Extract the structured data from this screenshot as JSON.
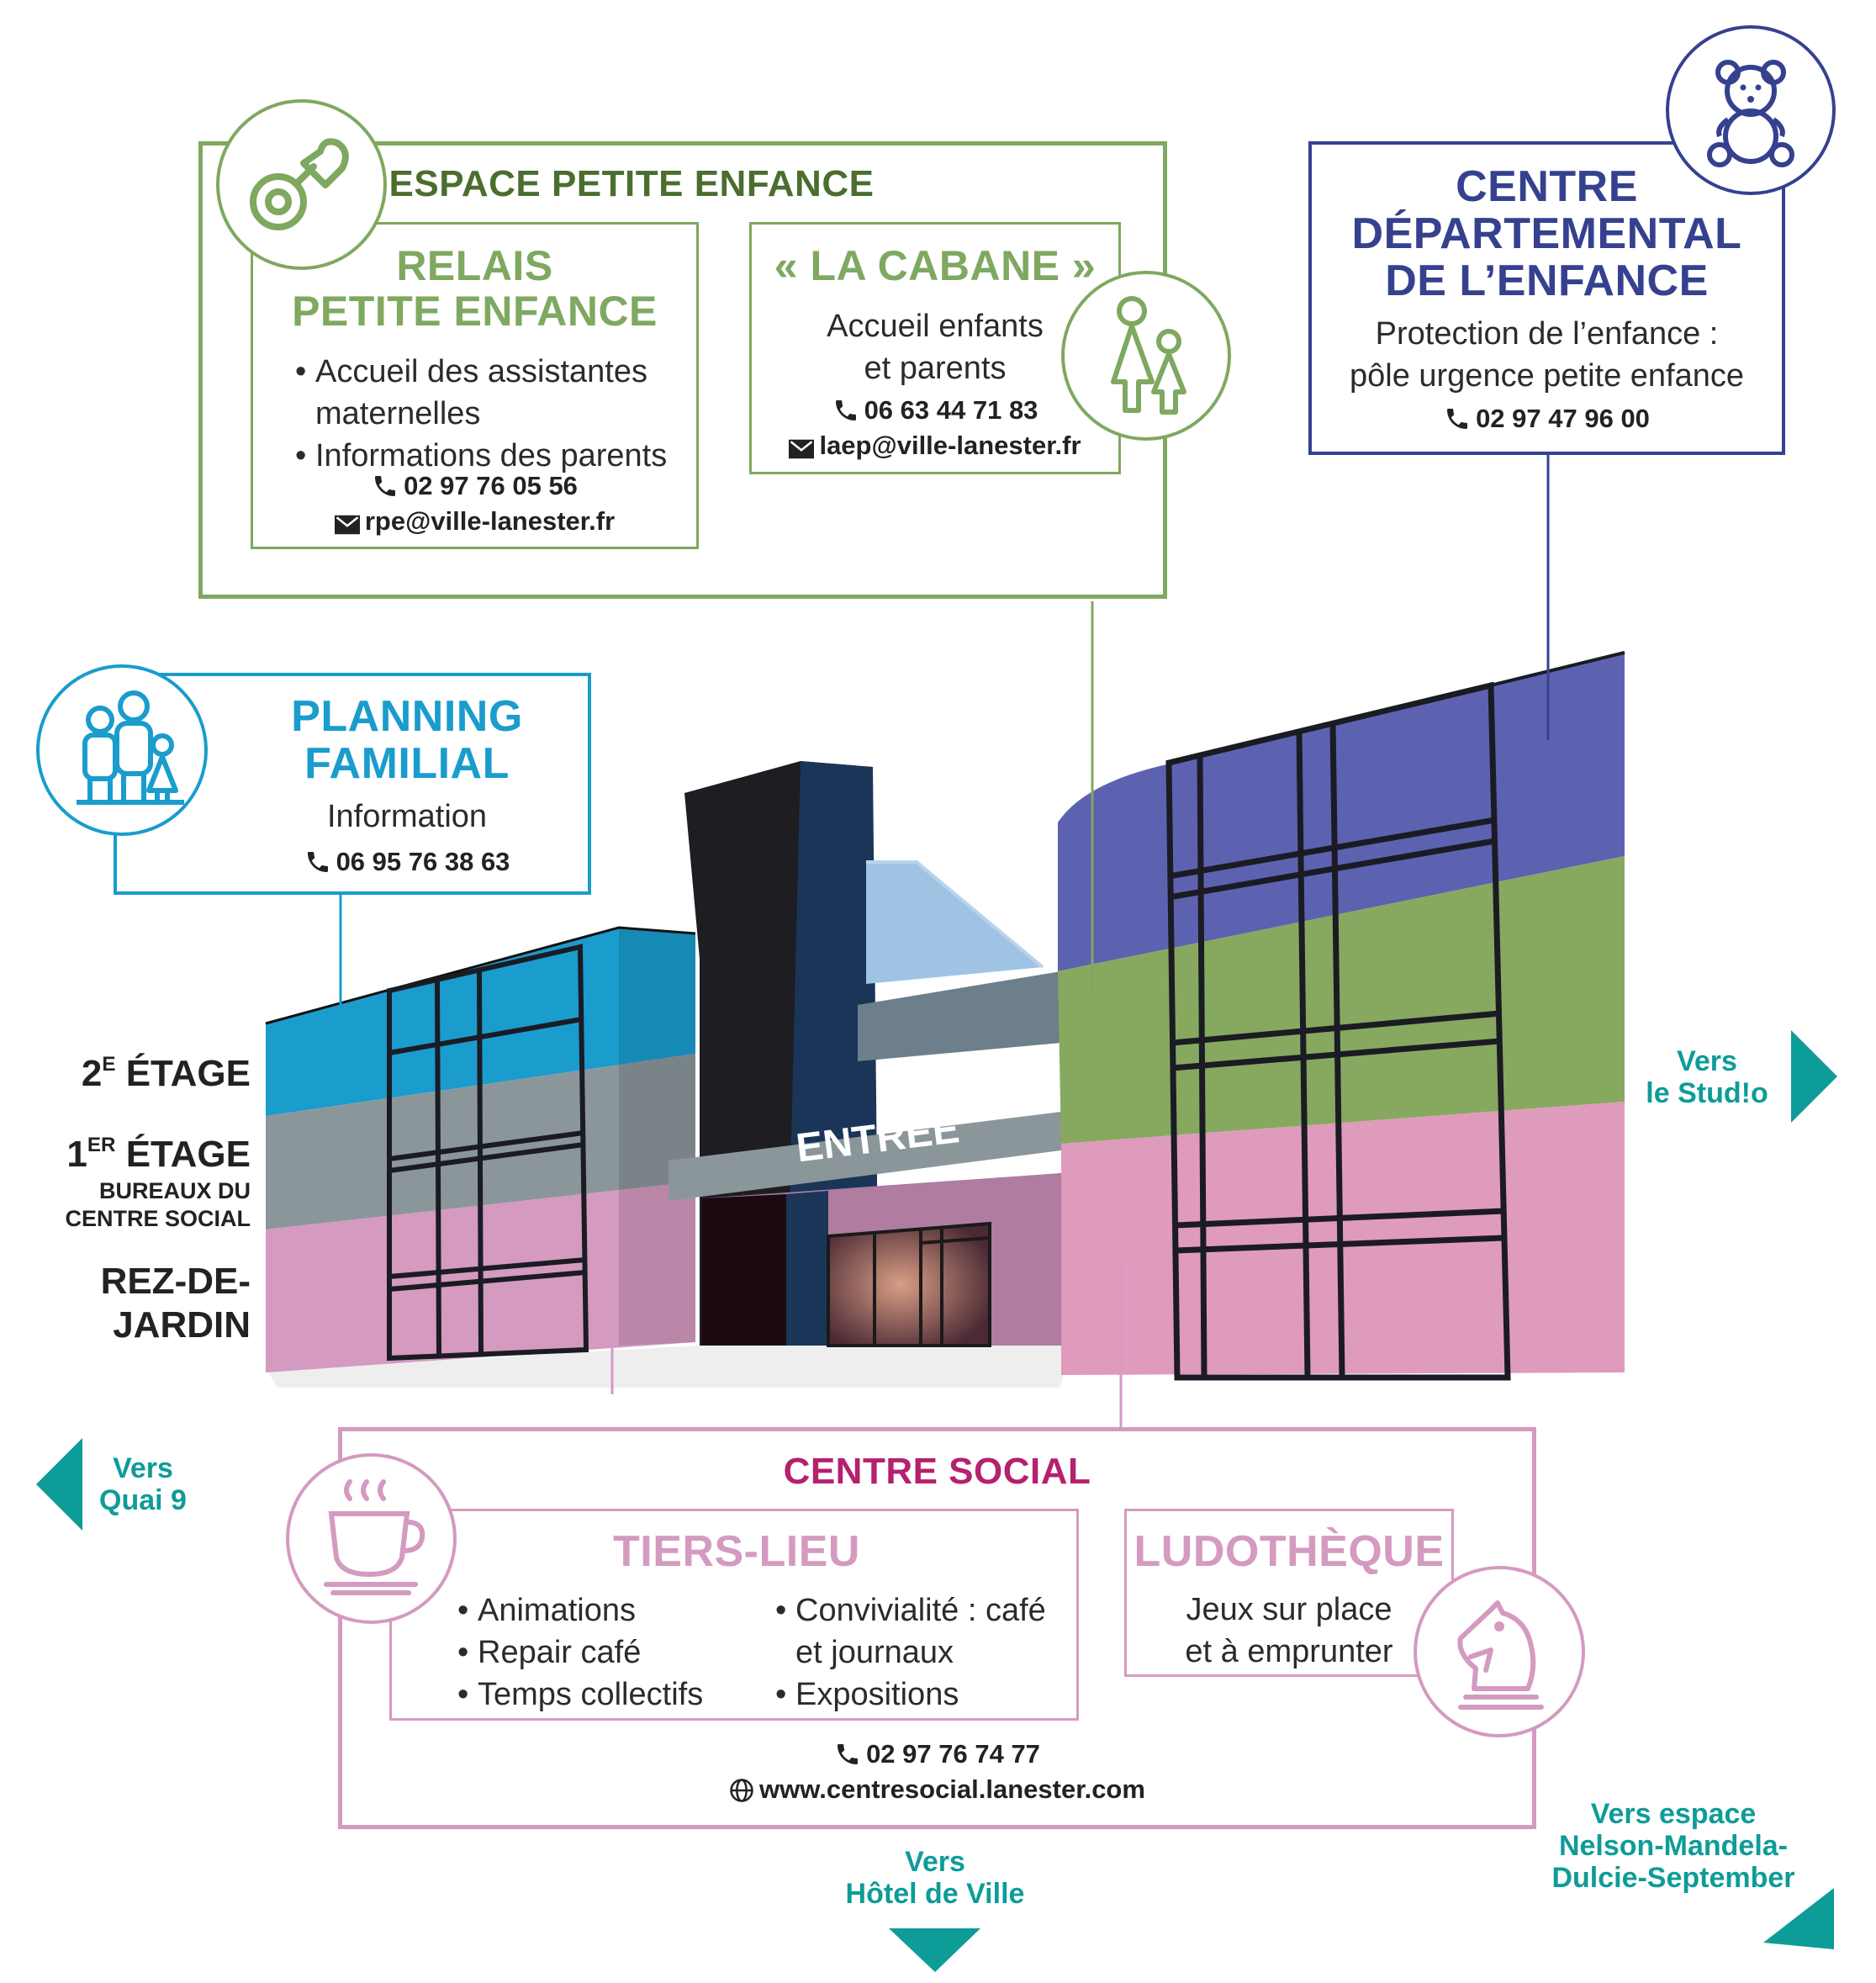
{
  "colors": {
    "green": "#7fa860",
    "green_dark": "#4b6e2f",
    "blue": "#35418f",
    "cyan": "#1a9ccd",
    "pink": "#d49ac0",
    "magenta": "#b5206f",
    "teal": "#0e9c98"
  },
  "espace_petite_enfance": {
    "title": "ESPACE PETITE ENFANCE",
    "icon": "pacifier-icon",
    "relais": {
      "title_line1": "RELAIS",
      "title_line2": "PETITE ENFANCE",
      "items": [
        "Accueil des assistantes maternelles",
        "Informations des parents"
      ],
      "phone": "02 97 76 05 56",
      "email": "rpe@ville-lanester.fr"
    },
    "cabane": {
      "title": "« LA CABANE »",
      "desc_line1": "Accueil enfants",
      "desc_line2": "et parents",
      "phone": "06 63 44 71 83",
      "email": "laep@ville-lanester.fr",
      "icon": "mother-child-icon"
    }
  },
  "cde": {
    "title_line1": "CENTRE",
    "title_line2": "DÉPARTEMENTAL",
    "title_line3": "DE L’ENFANCE",
    "desc_line1": "Protection de l’enfance :",
    "desc_line2": "pôle urgence petite enfance",
    "phone": "02 97 47 96 00",
    "icon": "teddy-bear-icon"
  },
  "planning": {
    "title_line1": "PLANNING",
    "title_line2": "FAMILIAL",
    "desc": "Information",
    "phone": "06 95 76 38 63",
    "icon": "family-icon"
  },
  "floors": {
    "f2": {
      "num": "2",
      "sup": "E",
      "label": "ÉTAGE"
    },
    "f1": {
      "num": "1",
      "sup": "ER",
      "label": "ÉTAGE",
      "sub_line1": "BUREAUX DU",
      "sub_line2": "CENTRE SOCIAL"
    },
    "f0": {
      "line1": "REZ-DE-",
      "line2": "JARDIN"
    }
  },
  "building": {
    "entrance": "ENTRÉE"
  },
  "centre_social": {
    "title": "CENTRE SOCIAL",
    "tiers_lieu": {
      "title": "TIERS-LIEU",
      "col1": [
        "Animations",
        "Repair café",
        "Temps collectifs"
      ],
      "col2": [
        "Convivialité : café et journaux",
        "Expositions"
      ],
      "icon": "coffee-cup-icon"
    },
    "ludotheque": {
      "title": "LUDOTHÈQUE",
      "desc_line1": "Jeux sur place",
      "desc_line2": "et à emprunter",
      "icon": "chess-knight-icon"
    },
    "phone": "02 97 76 74 77",
    "website": "www.centresocial.lanester.com"
  },
  "directions": {
    "studio": {
      "line1": "Vers",
      "line2": "le Stud!o"
    },
    "quai9": {
      "line1": "Vers",
      "line2": "Quai 9"
    },
    "hotel": {
      "line1": "Vers",
      "line2": "Hôtel de Ville"
    },
    "nelson": {
      "line1": "Vers espace",
      "line2": "Nelson-Mandela-",
      "line3": "Dulcie-September"
    }
  }
}
